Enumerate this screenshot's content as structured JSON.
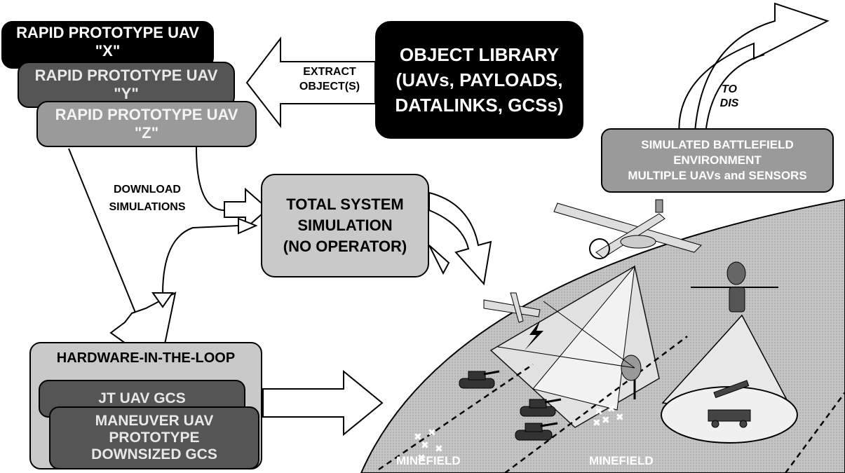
{
  "prototypes": [
    {
      "line1": "RAPID PROTOTYPE UAV",
      "line2": "\"X\""
    },
    {
      "line1": "RAPID PROTOTYPE UAV",
      "line2": "\"Y\""
    },
    {
      "line1": "RAPID PROTOTYPE UAV",
      "line2": "\"Z\""
    }
  ],
  "extract": {
    "line1": "EXTRACT",
    "line2": "OBJECT(S)"
  },
  "library": {
    "line1": "OBJECT LIBRARY",
    "line2": "(UAVs, PAYLOADS,",
    "line3": "DATALINKS, GCSs)"
  },
  "to_dis": {
    "line1": "TO",
    "line2": "DIS"
  },
  "battlefield": {
    "line1": "SIMULATED BATTLEFIELD",
    "line2": "ENVIRONMENT",
    "line3": "MULTIPLE UAVs and SENSORS"
  },
  "download": {
    "line1": "DOWNLOAD",
    "line2": "SIMULATIONS"
  },
  "total_sim": {
    "line1": "TOTAL SYSTEM",
    "line2": "SIMULATION",
    "line3": "(NO OPERATOR)"
  },
  "hitl": {
    "title": "HARDWARE-IN-THE-LOOP",
    "gcs": "JT UAV GCS",
    "maneuver": {
      "line1": "MANEUVER UAV",
      "line2": "PROTOTYPE",
      "line3": "DOWNSIZED GCS"
    }
  },
  "minefields": [
    "MINEFIELD",
    "MINEFIELD"
  ],
  "colors": {
    "dark": "#000000",
    "mid": "#555555",
    "light": "#9a9a9a",
    "pale": "#c9c9c9",
    "ground": "#bdbdbd"
  }
}
